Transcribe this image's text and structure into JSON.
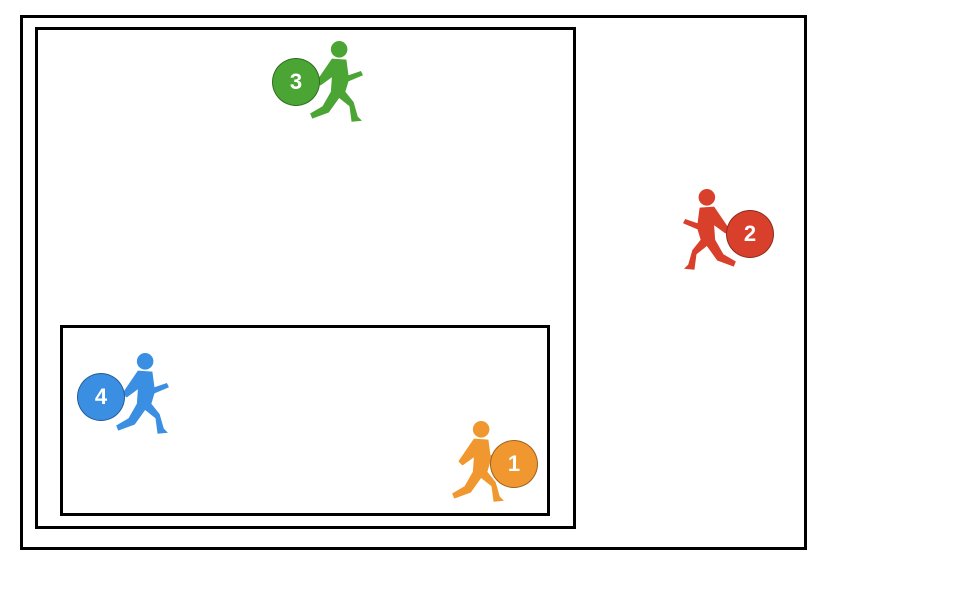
{
  "runners": [
    {
      "id": "1",
      "label": "1",
      "color": "#f0972f",
      "facing": "right"
    },
    {
      "id": "2",
      "label": "2",
      "color": "#d9402b",
      "facing": "left"
    },
    {
      "id": "3",
      "label": "3",
      "color": "#4aa534",
      "facing": "right"
    },
    {
      "id": "4",
      "label": "4",
      "color": "#3a8fe3",
      "facing": "right"
    }
  ]
}
